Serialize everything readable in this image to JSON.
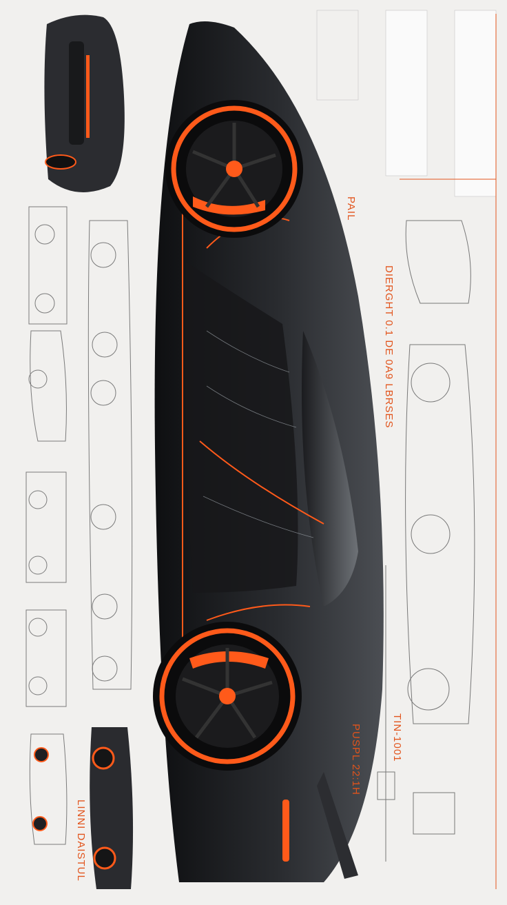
{
  "image": {
    "description_labels": [
      "DIERGHT 0.1 DE 0A9 LBRSES",
      "PUSPL 22:1H",
      "LINNI DAISTUL",
      "TIN-1001",
      "PAIL"
    ]
  },
  "colors": {
    "background": "#f1f0ee",
    "car_body": "#1e1f22",
    "accent": "#ff5a1a",
    "sketch": "#7a7a7a"
  }
}
